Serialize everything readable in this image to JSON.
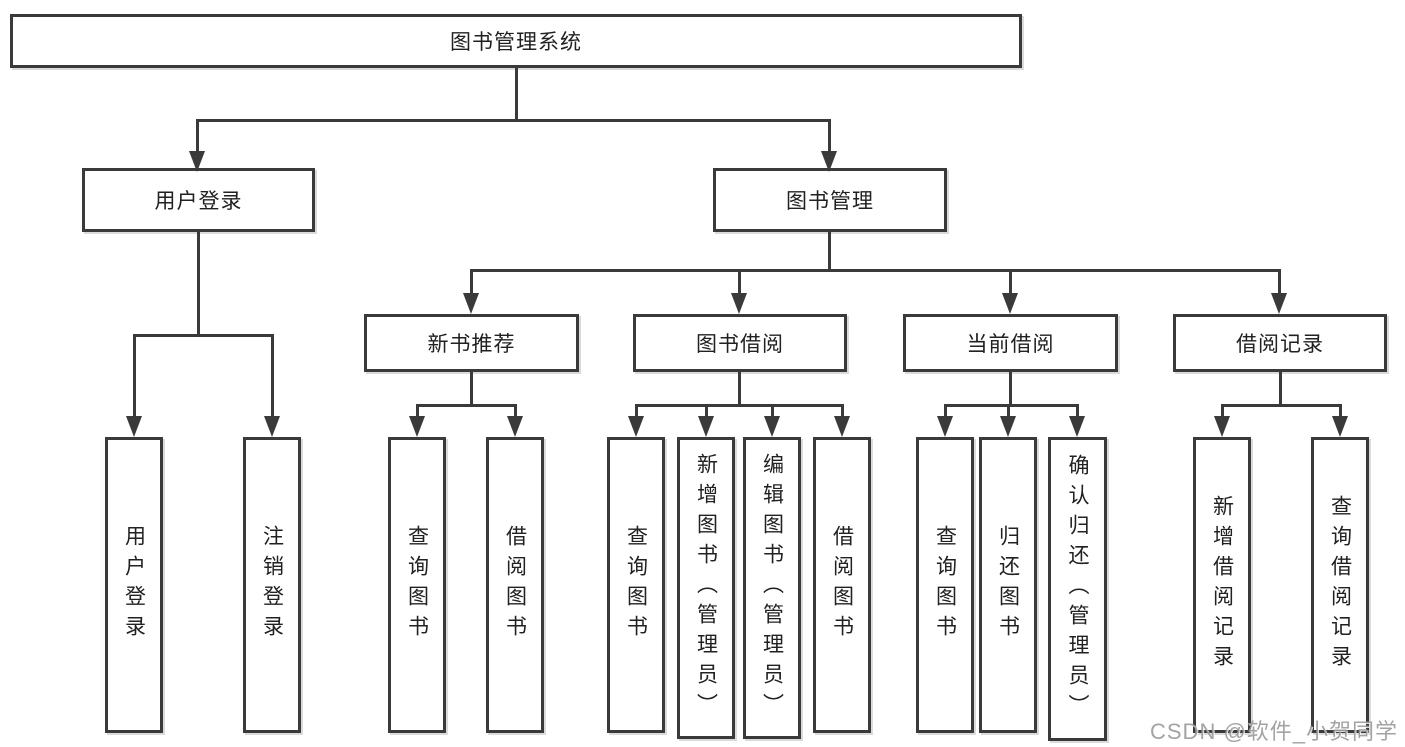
{
  "tree": {
    "root": {
      "label": "图书管理系统",
      "children": [
        {
          "label": "用户登录",
          "children": [
            {
              "label": "用户登录"
            },
            {
              "label": "注销登录"
            }
          ]
        },
        {
          "label": "图书管理",
          "children": [
            {
              "label": "新书推荐",
              "children": [
                {
                  "label": "查询图书"
                },
                {
                  "label": "借阅图书"
                }
              ]
            },
            {
              "label": "图书借阅",
              "children": [
                {
                  "label": "查询图书"
                },
                {
                  "label": "新增图书（管理员）"
                },
                {
                  "label": "编辑图书（管理员）"
                },
                {
                  "label": "借阅图书"
                }
              ]
            },
            {
              "label": "当前借阅",
              "children": [
                {
                  "label": "查询图书"
                },
                {
                  "label": "归还图书"
                },
                {
                  "label": "确认归还（管理员）"
                }
              ]
            },
            {
              "label": "借阅记录",
              "children": [
                {
                  "label": "新增借阅记录"
                },
                {
                  "label": "查询借阅记录"
                }
              ]
            }
          ]
        }
      ]
    }
  },
  "watermark": {
    "text": "CSDN @软件_小贺同学",
    "color": "#969696"
  },
  "colors": {
    "background": "#ffffff",
    "box_fill": "#ffffff",
    "box_border": "#3a3a3a",
    "line": "#3a3a3a",
    "text": "#212121"
  }
}
